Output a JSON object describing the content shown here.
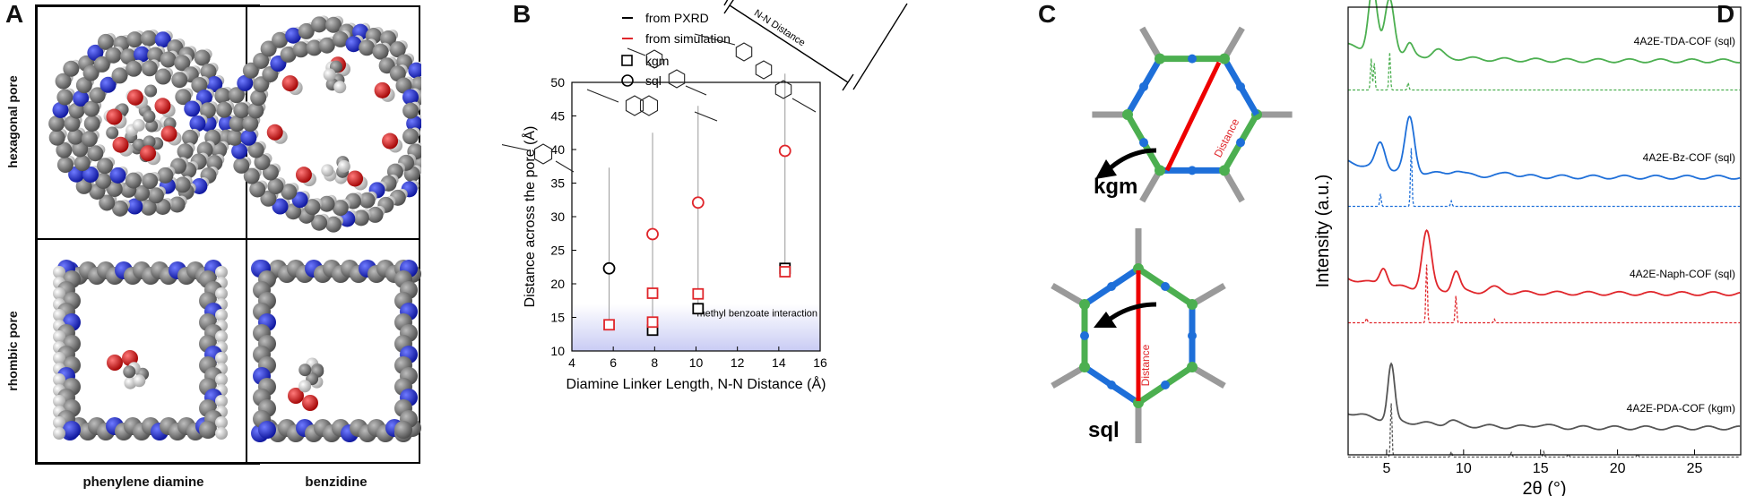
{
  "panels": {
    "A": {
      "letter": "A",
      "row_labels": [
        "hexagonal pore",
        "rhombic pore"
      ],
      "col_labels": [
        "phenylene diamine",
        "benzidine"
      ]
    },
    "B": {
      "letter": "B",
      "legend": {
        "from_pxrd": "from PXRD",
        "from_sim": "from simulation",
        "kgm": "kgm",
        "sql": "sql"
      },
      "annotation_nn": "N-N Distance",
      "band_label": "methyl benzoate interaction"
    },
    "C": {
      "letter": "C",
      "kgm": "kgm",
      "sql": "sql",
      "distance": "Distance"
    },
    "D": {
      "letter": "D",
      "traces": [
        "4A2E-TDA-COF (sql)",
        "4A2E-Bz-COF (sql)",
        "4A2E-Naph-COF (sql)",
        "4A2E-PDA-COF (kgm)"
      ]
    }
  },
  "colors": {
    "pxrd": "#000000",
    "sim": "#e0262b",
    "green": "#4caf50",
    "blue": "#1e6fd9",
    "red": "#e0262b",
    "gray": "#555555",
    "band": "#c9ccf4"
  },
  "chart_data": [
    {
      "type": "scatter",
      "panel": "B",
      "xlabel": "Diamine Linker Length, N-N Distance (Å)",
      "ylabel": "Distance across the pore (Å)",
      "xlim": [
        4,
        16
      ],
      "ylim": [
        10,
        50
      ],
      "xticks": [
        4,
        6,
        8,
        10,
        12,
        14,
        16
      ],
      "yticks": [
        10,
        15,
        20,
        25,
        30,
        35,
        40,
        45,
        50
      ],
      "band": [
        10,
        17
      ],
      "vertical_lines": [
        {
          "x": 5.8,
          "y": [
            13.9,
            37.3
          ]
        },
        {
          "x": 7.9,
          "y": [
            13,
            42.5
          ]
        },
        {
          "x": 10.1,
          "y": [
            16,
            46.5
          ]
        },
        {
          "x": 14.3,
          "y": [
            21.5,
            51.3
          ]
        }
      ],
      "series": [
        {
          "name": "kgm",
          "source": "from PXRD",
          "marker": "square",
          "points": [
            {
              "x": 7.9,
              "y": 13.1
            },
            {
              "x": 10.1,
              "y": 16.3
            },
            {
              "x": 14.3,
              "y": 22.3
            }
          ]
        },
        {
          "name": "kgm",
          "source": "from simulation",
          "marker": "square",
          "points": [
            {
              "x": 5.8,
              "y": 13.9
            },
            {
              "x": 7.9,
              "y": 14.3
            },
            {
              "x": 7.9,
              "y": 18.6
            },
            {
              "x": 10.1,
              "y": 18.5
            },
            {
              "x": 14.3,
              "y": 21.8
            }
          ]
        },
        {
          "name": "sql",
          "source": "from PXRD",
          "marker": "circle",
          "points": [
            {
              "x": 5.8,
              "y": 22.3
            }
          ]
        },
        {
          "name": "sql",
          "source": "from simulation",
          "marker": "circle",
          "points": [
            {
              "x": 7.9,
              "y": 27.4
            },
            {
              "x": 10.1,
              "y": 32.1
            },
            {
              "x": 14.3,
              "y": 39.8
            }
          ]
        }
      ]
    },
    {
      "type": "line",
      "panel": "D",
      "xlabel": "2θ (°)",
      "ylabel": "Intensity (a.u.)",
      "xlim": [
        2.5,
        28
      ],
      "xticks": [
        5,
        10,
        15,
        20,
        25
      ],
      "series": [
        {
          "name": "4A2E-TDA-COF (sql)",
          "color": "green",
          "baseline": 0.88,
          "peaks": [
            [
              4.1,
              0.7,
              0.28
            ],
            [
              5.2,
              0.62,
              0.3
            ],
            [
              6.5,
              0.12,
              0.22
            ],
            [
              8.3,
              0.08,
              0.35
            ]
          ],
          "sim_peaks": [
            [
              4.0,
              0.35
            ],
            [
              4.2,
              0.3
            ],
            [
              5.2,
              0.42
            ],
            [
              6.4,
              0.08
            ]
          ]
        },
        {
          "name": "4A2E-Bz-COF (sql)",
          "color": "blue",
          "baseline": 0.62,
          "peaks": [
            [
              4.6,
              0.28,
              0.3
            ],
            [
              6.5,
              0.6,
              0.3
            ],
            [
              9.5,
              0.05,
              0.35
            ],
            [
              13,
              0.04,
              0.4
            ]
          ],
          "sim_peaks": [
            [
              4.6,
              0.14
            ],
            [
              6.6,
              0.65
            ],
            [
              9.2,
              0.06
            ]
          ]
        },
        {
          "name": "4A2E-Naph-COF (sql)",
          "color": "red",
          "baseline": 0.36,
          "peaks": [
            [
              4.8,
              0.2,
              0.25
            ],
            [
              7.6,
              0.65,
              0.3
            ],
            [
              9.5,
              0.22,
              0.25
            ],
            [
              12,
              0.05,
              0.4
            ]
          ],
          "sim_peaks": [
            [
              3.7,
              0.05
            ],
            [
              7.6,
              0.65
            ],
            [
              9.5,
              0.3
            ],
            [
              12.0,
              0.04
            ]
          ]
        },
        {
          "name": "4A2E-PDA-COF (kgm)",
          "color": "gray",
          "baseline": 0.06,
          "peaks": [
            [
              5.3,
              0.62,
              0.22
            ],
            [
              9.2,
              0.05,
              0.35
            ],
            [
              15,
              0.03,
              0.5
            ]
          ],
          "sim_peaks": [
            [
              5.3,
              0.6
            ],
            [
              9.2,
              0.06
            ],
            [
              13.1,
              0.05
            ],
            [
              15.2,
              0.06
            ],
            [
              16.8,
              0.03
            ],
            [
              21.3,
              0.03
            ]
          ]
        }
      ]
    }
  ]
}
